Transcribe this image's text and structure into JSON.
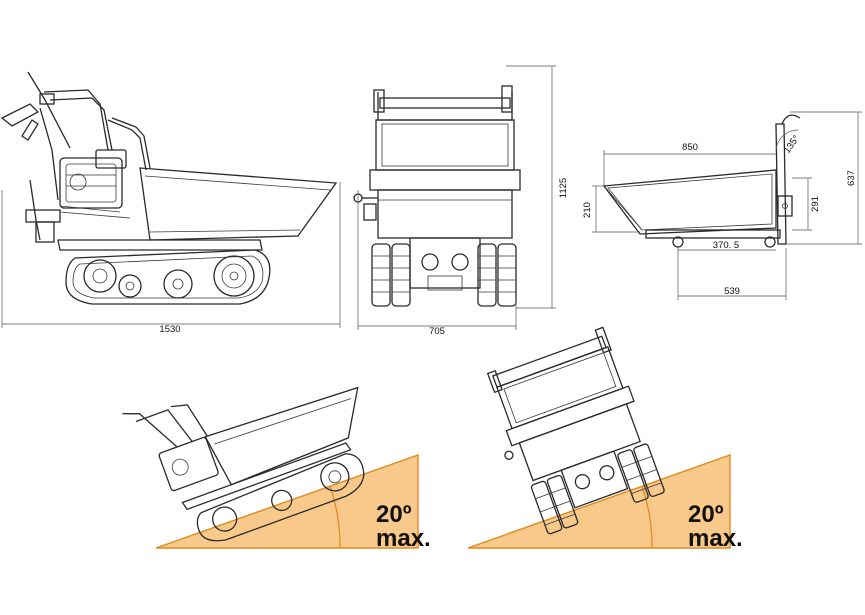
{
  "dimensions": {
    "side_length": "1530",
    "front_width": "705",
    "height": "1125",
    "bin_length": "850",
    "bin_height": "210",
    "bin_side_height": "291",
    "total_height": "637",
    "tip_angle": "135°",
    "pivot_offset": "370. 5",
    "base_length": "539"
  },
  "slope_left": {
    "angle": "20º",
    "label": "max."
  },
  "slope_right": {
    "angle": "20º",
    "label": "max."
  },
  "colors": {
    "slope_fill": "#f8c98a",
    "slope_edge": "#e08a1e",
    "lines": "#2a2a2a"
  }
}
